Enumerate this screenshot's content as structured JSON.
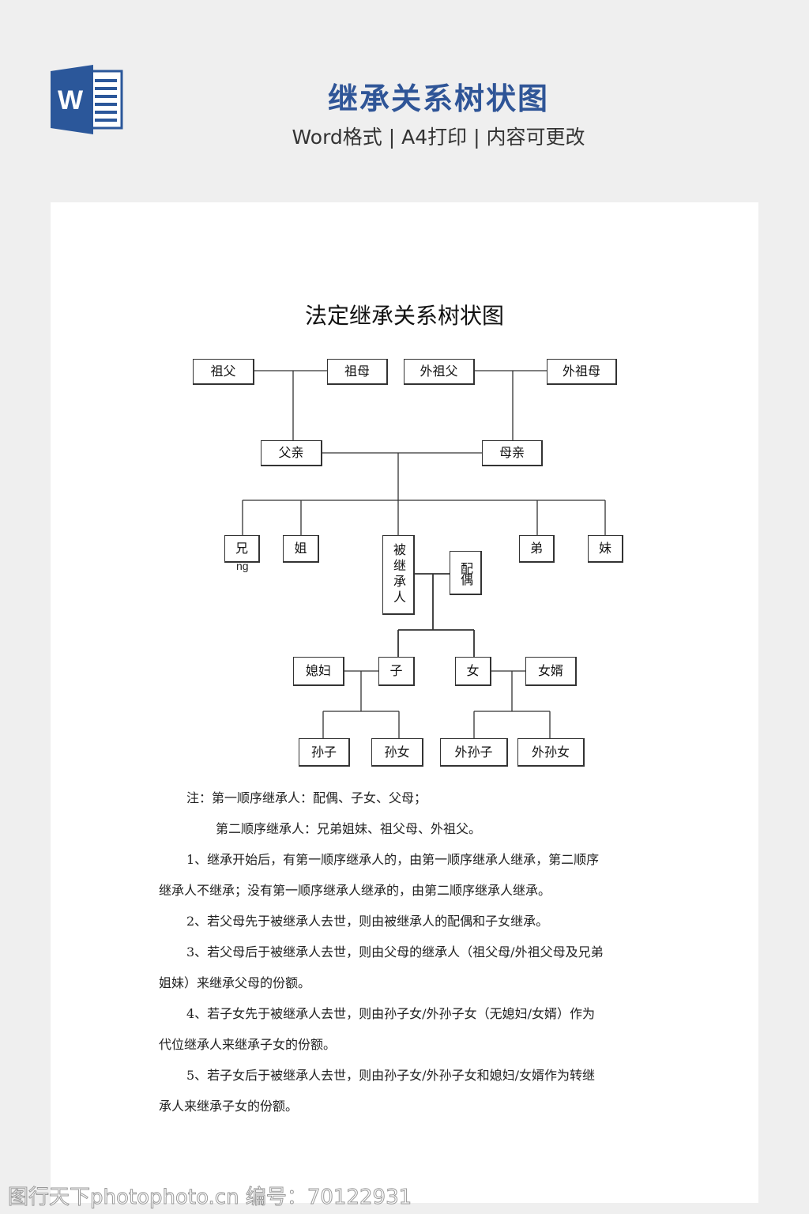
{
  "header": {
    "title": "继承关系树状图",
    "subtitle": "Word格式 | A4打印 | 内容可更改",
    "logo_letter": "W"
  },
  "doc": {
    "title": "法定继承关系树状图"
  },
  "tree": {
    "grandfather": "祖父",
    "grandmother": "祖母",
    "maternal_grandfather": "外祖父",
    "maternal_grandmother": "外祖母",
    "father": "父亲",
    "mother": "母亲",
    "elder_brother": "兄",
    "elder_brother_note": "ng",
    "elder_sister": "姐",
    "decedent": "被继承人",
    "spouse": "配偶",
    "younger_brother": "弟",
    "younger_sister": "妹",
    "daughter_in_law": "媳妇",
    "son": "子",
    "daughter": "女",
    "son_in_law": "女婿",
    "grandson": "孙子",
    "granddaughter": "孙女",
    "daughters_son": "外孙子",
    "daughters_daughter": "外孙女"
  },
  "notes": [
    "注：第一顺序继承人：配偶、子女、父母；",
    "第二顺序继承人：兄弟姐妹、祖父母、外祖父。",
    "1、继承开始后，有第一顺序继承人的，由第一顺序继承人继承，第二顺序",
    "继承人不继承；没有第一顺序继承人继承的，由第二顺序继承人继承。",
    "2、若父母先于被继承人去世，则由被继承人的配偶和子女继承。",
    "3、若父母后于被继承人去世，则由父母的继承人（祖父母/外祖父母及兄弟",
    "姐妹）来继承父母的份额。",
    "4、若子女先于被继承人去世，则由孙子女/外孙子女（无媳妇/女婿）作为",
    "代位继承人来继承子女的份额。",
    "5、若子女后于被继承人去世，则由孙子女/外孙子女和媳妇/女婿作为转继",
    "承人来继承子女的份额。"
  ],
  "watermark": "图行天下photophoto.cn 编号：70122931"
}
